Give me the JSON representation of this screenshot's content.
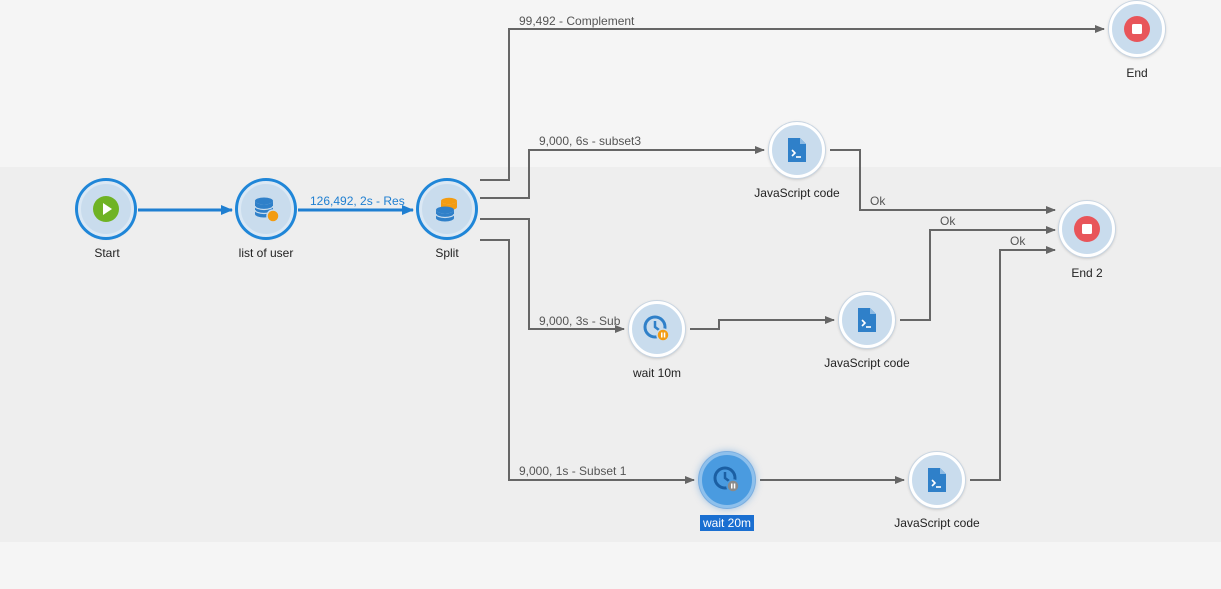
{
  "nodes": {
    "start": {
      "label": "Start",
      "icon": "play-icon"
    },
    "list_of_user": {
      "label": "list of user",
      "icon": "database-icon"
    },
    "split": {
      "label": "Split",
      "icon": "split-icon"
    },
    "end": {
      "label": "End",
      "icon": "stop-icon"
    },
    "js_subset3": {
      "label": "JavaScript code",
      "icon": "script-icon"
    },
    "end2": {
      "label": "End 2",
      "icon": "stop-icon"
    },
    "wait_10m": {
      "label": "wait 10m",
      "icon": "wait-icon"
    },
    "js_subset2": {
      "label": "JavaScript code",
      "icon": "script-icon"
    },
    "wait_20m": {
      "label": "wait 20m",
      "icon": "wait-icon"
    },
    "js_subset1": {
      "label": "JavaScript code",
      "icon": "script-icon"
    }
  },
  "edges": {
    "start_to_list": {
      "label": ""
    },
    "list_to_split": {
      "label": "126,492, 2s - Res"
    },
    "complement": {
      "label": "99,492 - Complement"
    },
    "subset3": {
      "label": "9,000, 6s - subset3"
    },
    "subset2": {
      "label": "9,000, 3s - Sub"
    },
    "subset1": {
      "label": "9,000, 1s - Subset 1"
    },
    "js3_to_end2": {
      "label": "Ok"
    },
    "js2_to_end2": {
      "label": "Ok"
    },
    "js1_to_end2": {
      "label": "Ok"
    }
  },
  "colors": {
    "active_edge": "#1f7fd1",
    "edge": "#666666",
    "node_fill": "#c9dced",
    "selected_fill": "#4a9be0",
    "start_icon": "#6fb324",
    "stop_icon": "#e8555a",
    "icon_blue": "#2f80c9",
    "icon_orange": "#f39c12"
  }
}
